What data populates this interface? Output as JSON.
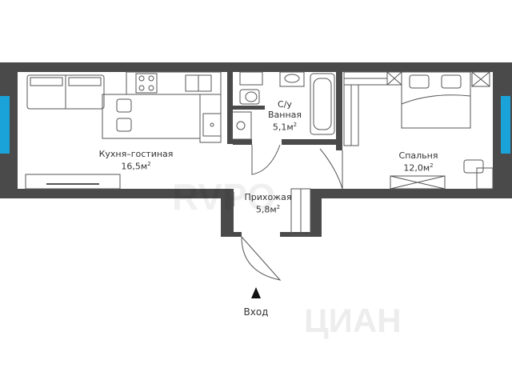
{
  "rooms": {
    "kitchen": {
      "name": "Кухня–гостиная",
      "area": "16,5м",
      "sup": "2"
    },
    "bathroom": {
      "name_line1": "С/у",
      "name_line2": "Ванная",
      "area": "5,1м",
      "sup": "2"
    },
    "bedroom": {
      "name": "Спальня",
      "area": "12,0м",
      "sup": "2"
    },
    "hall": {
      "name": "Прихожая",
      "area": "5,8м",
      "sup": "2"
    }
  },
  "entrance": {
    "label": "Вход"
  },
  "watermarks": {
    "center": "RVPO",
    "bottom_right": "ЦИАН"
  },
  "colors": {
    "wall": "#4a4a4a",
    "window": "#1aa3d9",
    "furniture": "#555555",
    "room": "#ffffff"
  }
}
